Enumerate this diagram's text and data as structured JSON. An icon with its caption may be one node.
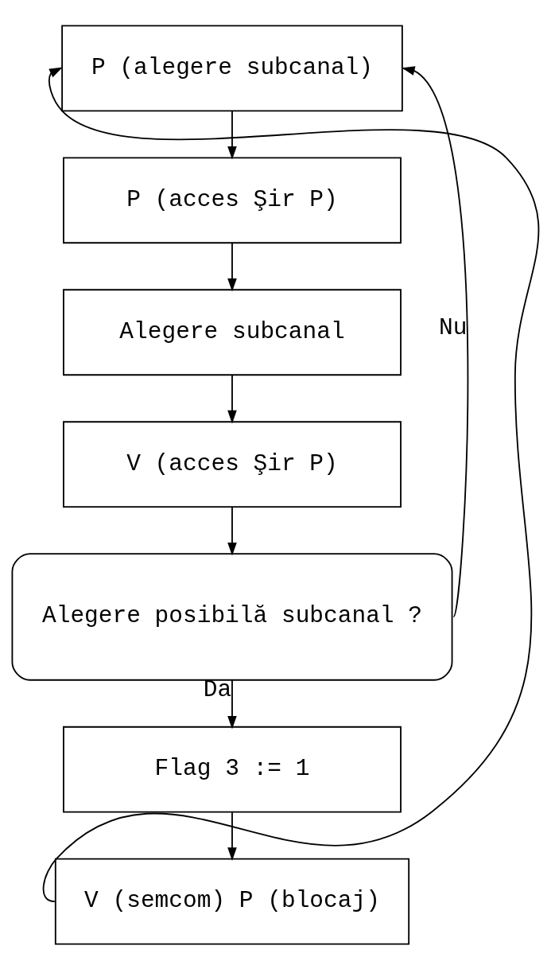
{
  "diagram": {
    "nodes": [
      {
        "text": [
          "P (alegere subcanal)"
        ]
      },
      {
        "text": [
          "P (acces Şir P)"
        ]
      },
      {
        "text": [
          "Alegere subcanal"
        ]
      },
      {
        "text": [
          "V (acces Şir P)"
        ]
      },
      {
        "text": [
          "Alegere posibilă subcanal ?"
        ]
      },
      {
        "text": [
          "Flag 3 := 1"
        ]
      },
      {
        "text": [
          "V (semcom) P (blocaj)"
        ]
      }
    ],
    "edges": [
      {
        "from": 0,
        "to": 1,
        "arrow": "to"
      },
      {
        "from": 1,
        "to": 2,
        "arrow": "to"
      },
      {
        "from": 2,
        "to": 3,
        "arrow": "to"
      },
      {
        "from": 3,
        "to": 4,
        "arrow": "to"
      },
      {
        "from": 4,
        "to": 5,
        "arrow": "to",
        "label": "Da"
      },
      {
        "from": 5,
        "to": 6,
        "arrow": "to"
      },
      {
        "from": 4,
        "to": 0,
        "arrow": "to",
        "label": "Nu"
      },
      {
        "from": 6,
        "to": 0,
        "arrow": "to"
      }
    ]
  }
}
